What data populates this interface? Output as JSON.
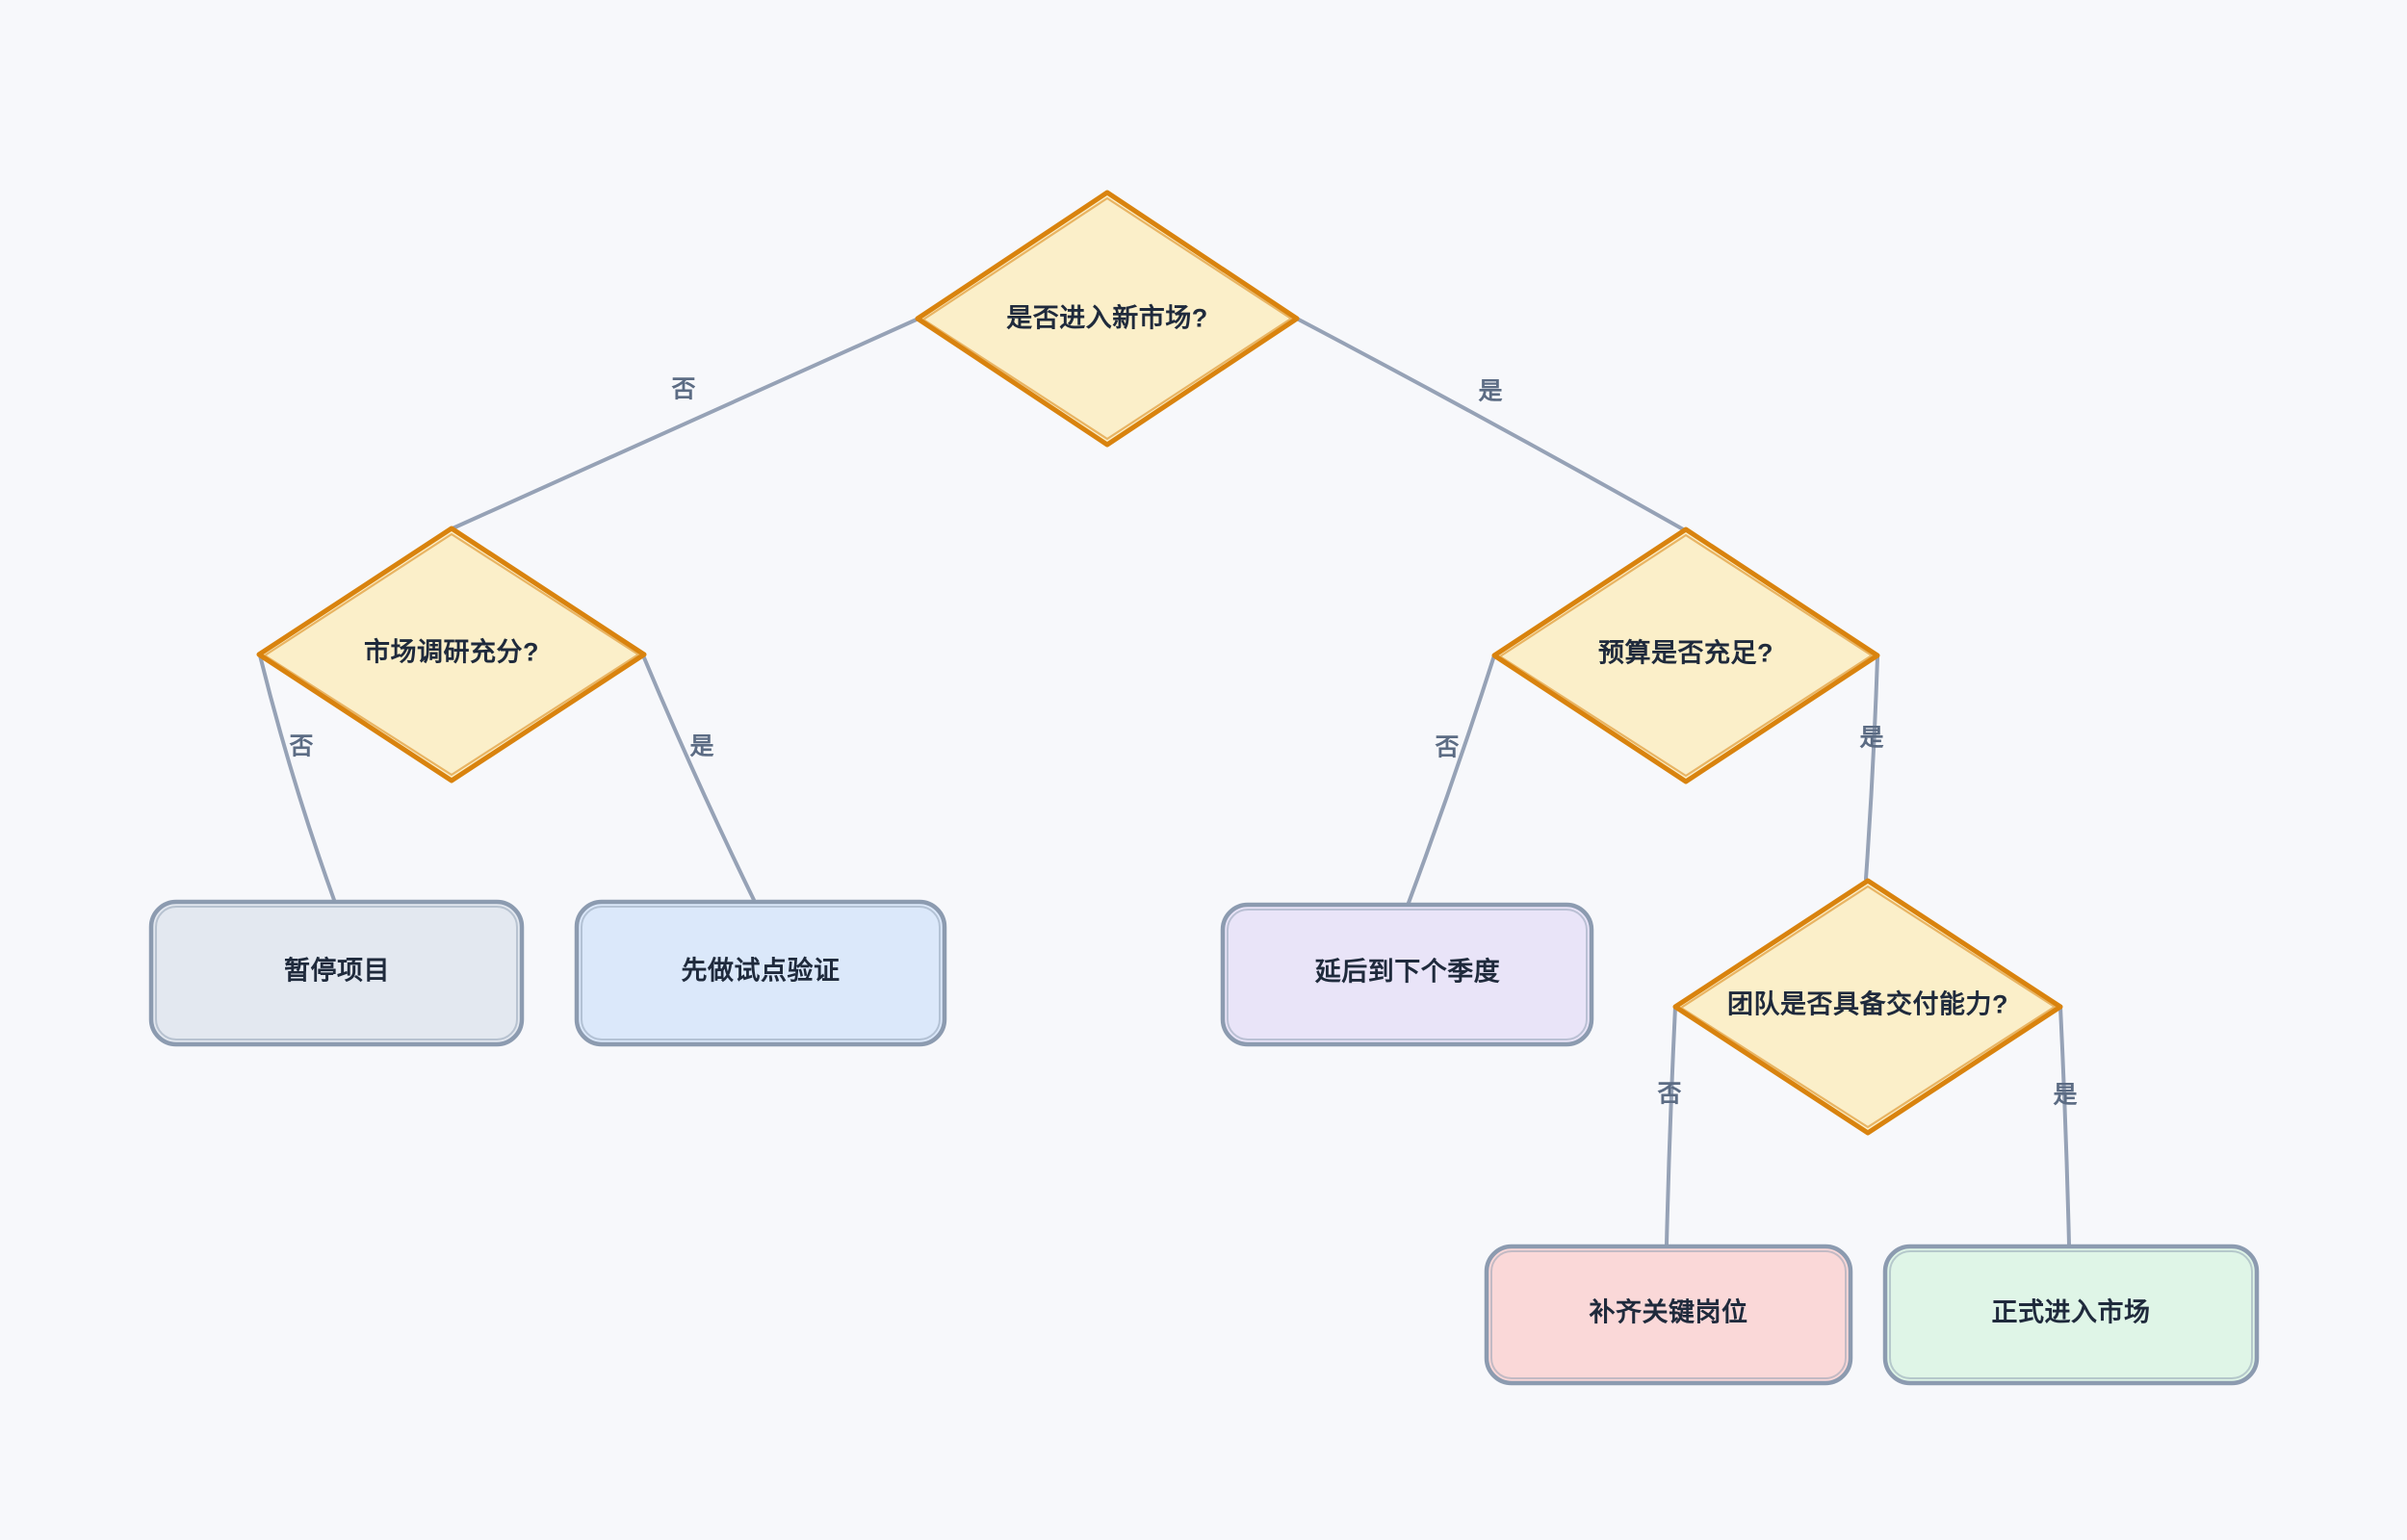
{
  "diagram": {
    "type": "decision-flowchart",
    "colors": {
      "background": "#F7F8FB",
      "decision_fill": "#FBEFC9",
      "decision_border": "#D9830E",
      "terminal_border": "#8C9BB0",
      "edge": "#96A2B6",
      "edge_label_text": "#5C6C84",
      "node_text": "#1F2A3C"
    },
    "nodes": {
      "q_enter_market": {
        "type": "decision",
        "label": "是否进入新市场?"
      },
      "q_research": {
        "type": "decision",
        "label": "市场调研充分?"
      },
      "q_budget": {
        "type": "decision",
        "label": "预算是否充足?"
      },
      "q_team": {
        "type": "decision",
        "label": "团队是否具备交付能力?"
      },
      "pause_project": {
        "type": "terminal",
        "label": "暂停项目",
        "fill": "#E3E8F0"
      },
      "pilot_validation": {
        "type": "terminal",
        "label": "先做试点验证",
        "fill": "#DBE8FA"
      },
      "postpone_quarter": {
        "type": "terminal",
        "label": "延后到下个季度",
        "fill": "#E9E4F8"
      },
      "fill_key_roles": {
        "type": "terminal",
        "label": "补齐关键岗位",
        "fill": "#FAD8D8"
      },
      "enter_market": {
        "type": "terminal",
        "label": "正式进入市场",
        "fill": "#DFF5E7"
      }
    },
    "edges": [
      {
        "from": "q_enter_market",
        "to": "q_research",
        "label": "否"
      },
      {
        "from": "q_enter_market",
        "to": "q_budget",
        "label": "是"
      },
      {
        "from": "q_research",
        "to": "pause_project",
        "label": "否"
      },
      {
        "from": "q_research",
        "to": "pilot_validation",
        "label": "是"
      },
      {
        "from": "q_budget",
        "to": "postpone_quarter",
        "label": "否"
      },
      {
        "from": "q_budget",
        "to": "q_team",
        "label": "是"
      },
      {
        "from": "q_team",
        "to": "fill_key_roles",
        "label": "否"
      },
      {
        "from": "q_team",
        "to": "enter_market",
        "label": "是"
      }
    ]
  }
}
